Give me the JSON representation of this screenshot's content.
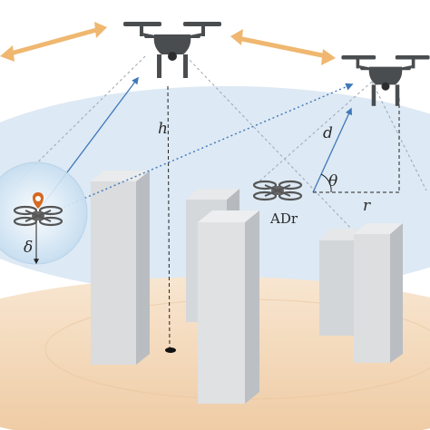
{
  "labels": {
    "height": "h",
    "distance": "d",
    "angle": "θ",
    "radius": "r",
    "delta": "δ",
    "adr": "ADr"
  },
  "colors": {
    "sky": "#dde9f4",
    "ground": "#f3dcc0",
    "ground_inner": "#ecc9a3",
    "drone": "#4a4d50",
    "building_face": "#dadcde",
    "building_side": "#b9bdc1",
    "arrow_orange": "#efb770",
    "ray_blue": "#3f78b9",
    "orange_marker": "#d6691f"
  },
  "icons": {
    "drone": "quadcopter-icon",
    "link": "double-arrow-icon",
    "ground_point": "ground-point-icon"
  }
}
